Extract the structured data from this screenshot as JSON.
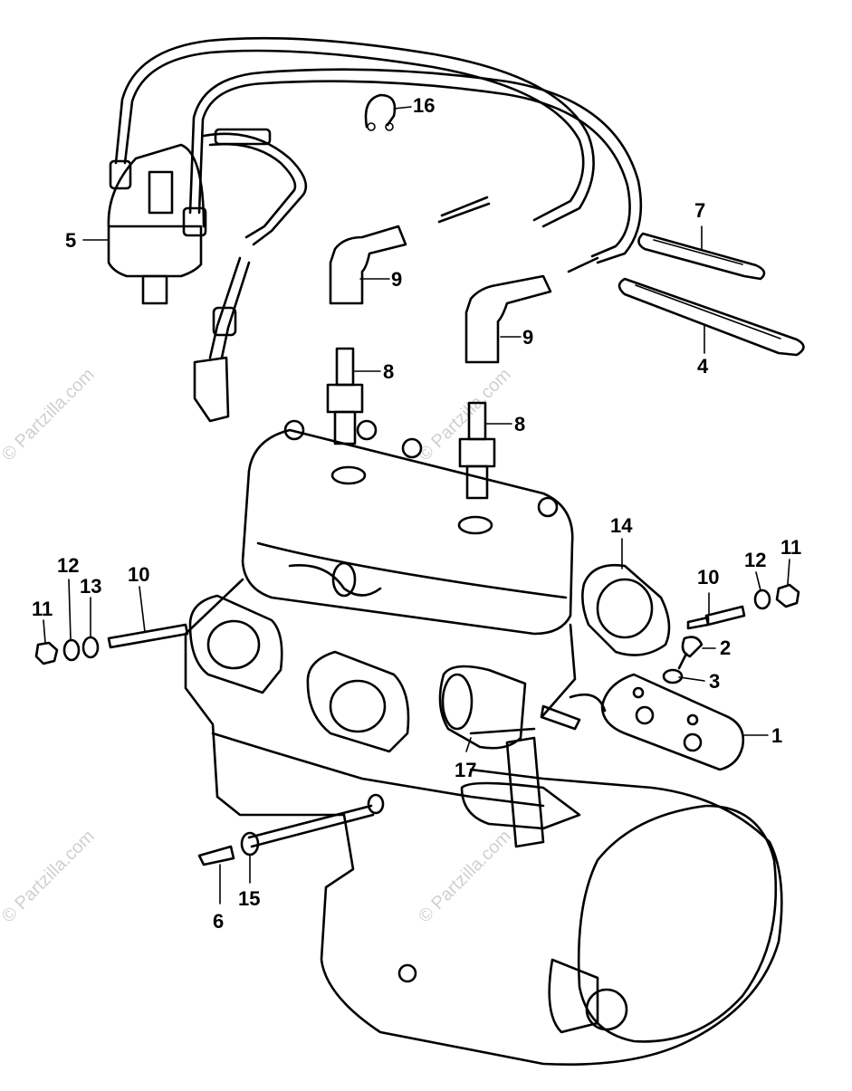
{
  "diagram": {
    "callouts": [
      {
        "id": "c1",
        "text": "1"
      },
      {
        "id": "c2",
        "text": "2"
      },
      {
        "id": "c3",
        "text": "3"
      },
      {
        "id": "c4",
        "text": "4"
      },
      {
        "id": "c5",
        "text": "5"
      },
      {
        "id": "c6",
        "text": "6"
      },
      {
        "id": "c7",
        "text": "7"
      },
      {
        "id": "c8a",
        "text": "8"
      },
      {
        "id": "c8b",
        "text": "8"
      },
      {
        "id": "c9a",
        "text": "9"
      },
      {
        "id": "c9b",
        "text": "9"
      },
      {
        "id": "c10a",
        "text": "10"
      },
      {
        "id": "c10b",
        "text": "10"
      },
      {
        "id": "c11a",
        "text": "11"
      },
      {
        "id": "c11b",
        "text": "11"
      },
      {
        "id": "c12a",
        "text": "12"
      },
      {
        "id": "c12b",
        "text": "12"
      },
      {
        "id": "c13",
        "text": "13"
      },
      {
        "id": "c14",
        "text": "14"
      },
      {
        "id": "c15",
        "text": "15"
      },
      {
        "id": "c16",
        "text": "16"
      },
      {
        "id": "c17",
        "text": "17"
      }
    ],
    "watermark": "© Partzilla.com"
  }
}
